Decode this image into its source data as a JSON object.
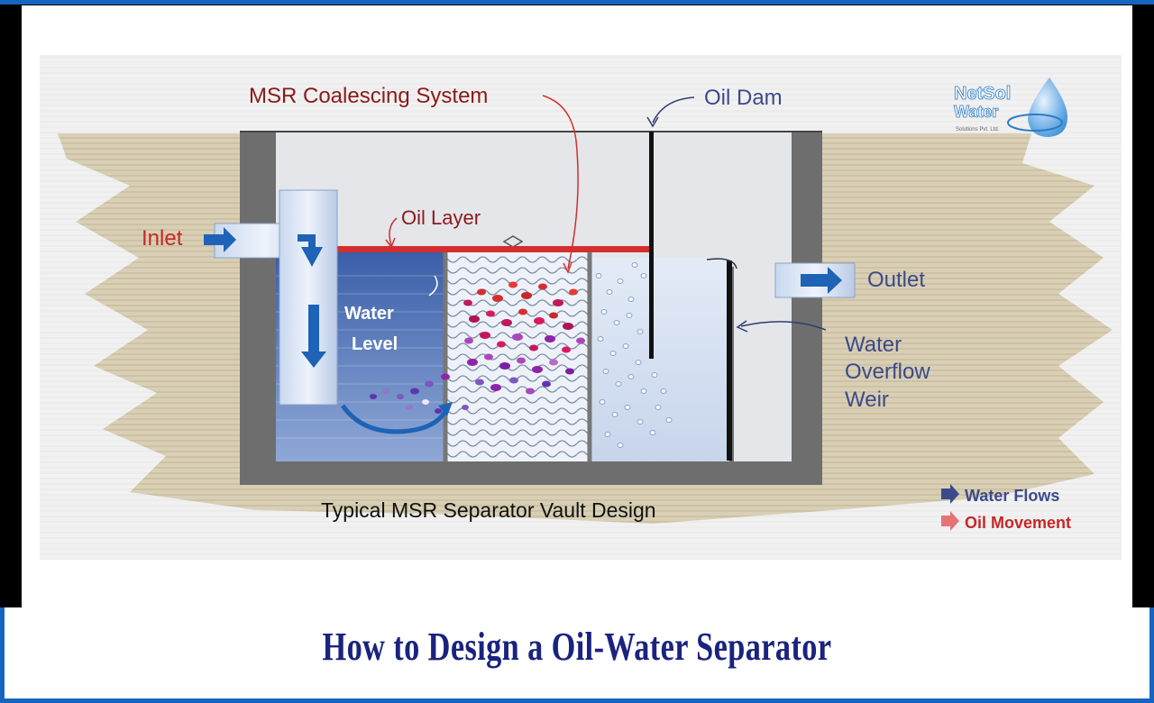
{
  "labels": {
    "coalescing": "MSR Coalescing System",
    "oil_dam": "Oil Dam",
    "oil_layer": "Oil Layer",
    "inlet": "Inlet",
    "outlet": "Outlet",
    "water_level": "Water\nLevel",
    "water_level_line1": "Water",
    "water_level_line2": "Level",
    "weir_line1": "Water",
    "weir_line2": "Overflow",
    "weir_line3": "Weir",
    "vault_caption": "Typical MSR Separator Vault Design"
  },
  "legend": {
    "water_flows": "Water Flows",
    "oil_movement": "Oil Movement"
  },
  "logo": {
    "line1": "NetSol",
    "line2": "Water",
    "tagline": "Solutions Pvt. Ltd."
  },
  "caption": "How to Design a Oil-Water Separator",
  "colors": {
    "accent_blue": "#1565c0",
    "title_navy": "#1a237e",
    "oil_red": "#d32f2f",
    "label_maroon": "#8b1a1a",
    "label_blue": "#3d4a8a",
    "water_blue": "#3f67ad"
  }
}
